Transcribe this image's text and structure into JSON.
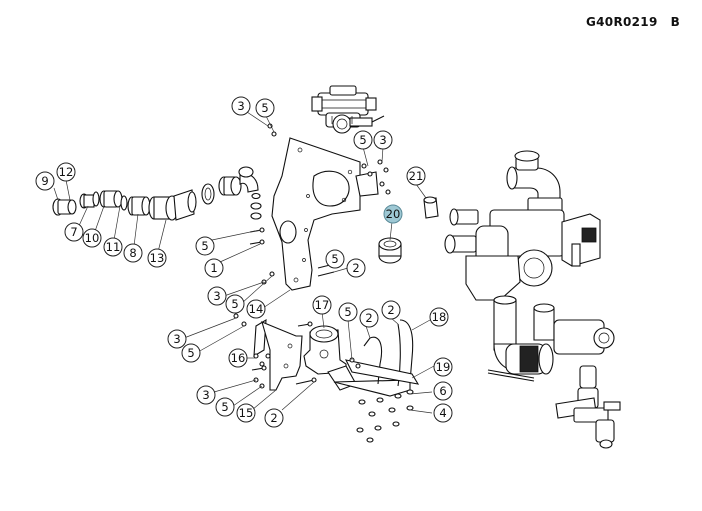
{
  "drawing": {
    "code": "G40R0219",
    "revision": "B"
  },
  "highlight_color": "#9ec8d4",
  "callouts": [
    {
      "id": "c3a",
      "label": "3"
    },
    {
      "id": "c5a",
      "label": "5"
    },
    {
      "id": "c5b",
      "label": "5"
    },
    {
      "id": "c3b",
      "label": "3"
    },
    {
      "id": "c12",
      "label": "12"
    },
    {
      "id": "c9",
      "label": "9"
    },
    {
      "id": "c21",
      "label": "21"
    },
    {
      "id": "c20",
      "label": "20",
      "highlighted": true
    },
    {
      "id": "c7",
      "label": "7"
    },
    {
      "id": "c10",
      "label": "10"
    },
    {
      "id": "c11",
      "label": "11"
    },
    {
      "id": "c8",
      "label": "8"
    },
    {
      "id": "c13",
      "label": "13"
    },
    {
      "id": "c5c",
      "label": "5"
    },
    {
      "id": "c1",
      "label": "1"
    },
    {
      "id": "c5d",
      "label": "5"
    },
    {
      "id": "c2a",
      "label": "2"
    },
    {
      "id": "c3c",
      "label": "3"
    },
    {
      "id": "c5e",
      "label": "5"
    },
    {
      "id": "c14",
      "label": "14"
    },
    {
      "id": "c17",
      "label": "17"
    },
    {
      "id": "c5f",
      "label": "5"
    },
    {
      "id": "c2b",
      "label": "2"
    },
    {
      "id": "c2c",
      "label": "2"
    },
    {
      "id": "c18",
      "label": "18"
    },
    {
      "id": "c3d",
      "label": "3"
    },
    {
      "id": "c5g",
      "label": "5"
    },
    {
      "id": "c16",
      "label": "16"
    },
    {
      "id": "c19",
      "label": "19"
    },
    {
      "id": "c3e",
      "label": "3"
    },
    {
      "id": "c5h",
      "label": "5"
    },
    {
      "id": "c15",
      "label": "15"
    },
    {
      "id": "c2d",
      "label": "2"
    },
    {
      "id": "c6",
      "label": "6"
    },
    {
      "id": "c4",
      "label": "4"
    }
  ]
}
